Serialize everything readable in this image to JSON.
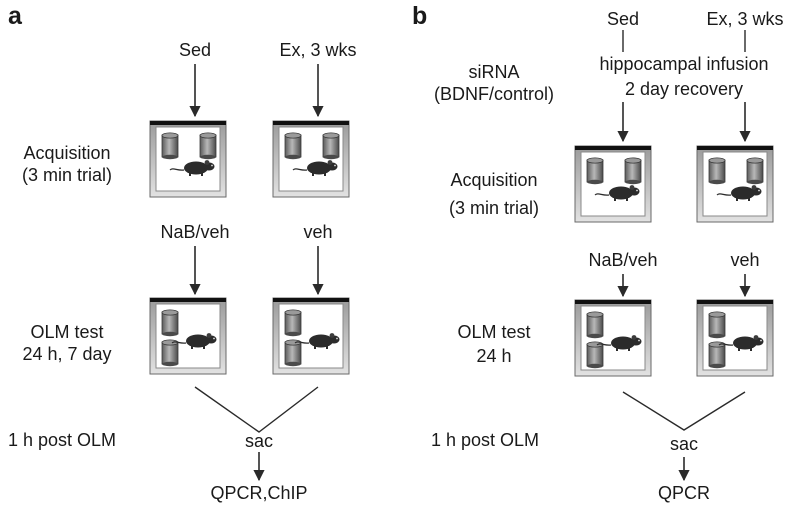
{
  "panel_a": {
    "letter": "a",
    "groups": {
      "left": "Sed",
      "right": "Ex, 3 wks"
    },
    "acquisition": {
      "line1": "Acquisition",
      "line2": "(3 min trial)"
    },
    "treatments": {
      "left": "NaB/veh",
      "right": "veh"
    },
    "test": {
      "line1": "OLM test",
      "line2": "24 h, 7 day"
    },
    "post": "1 h post OLM",
    "sac": "sac",
    "assay": "QPCR,ChIP"
  },
  "panel_b": {
    "letter": "b",
    "groups": {
      "left": "Sed",
      "right": "Ex, 3 wks"
    },
    "sirna": {
      "line1": "siRNA",
      "line2": "(BDNF/control)"
    },
    "infusion": {
      "line1": "hippocampal infusion",
      "line2": "2 day recovery"
    },
    "acquisition": {
      "line1": "Acquisition",
      "line2": "(3 min trial)"
    },
    "treatments": {
      "left": "NaB/veh",
      "right": "veh"
    },
    "test": {
      "line1": "OLM test",
      "line2": "24 h"
    },
    "post": "1 h post OLM",
    "sac": "sac",
    "assay": "QPCR"
  },
  "colors": {
    "text": "#1a1a1a",
    "line": "#2a2a2a",
    "arena_frame": "#d4d4d4",
    "arena_top_edge": "#111111",
    "object": "#7a7a7a",
    "mouse": "#2b2b2b"
  },
  "icons": {
    "object": "cylinder-object-icon",
    "animal": "mouse-icon"
  }
}
